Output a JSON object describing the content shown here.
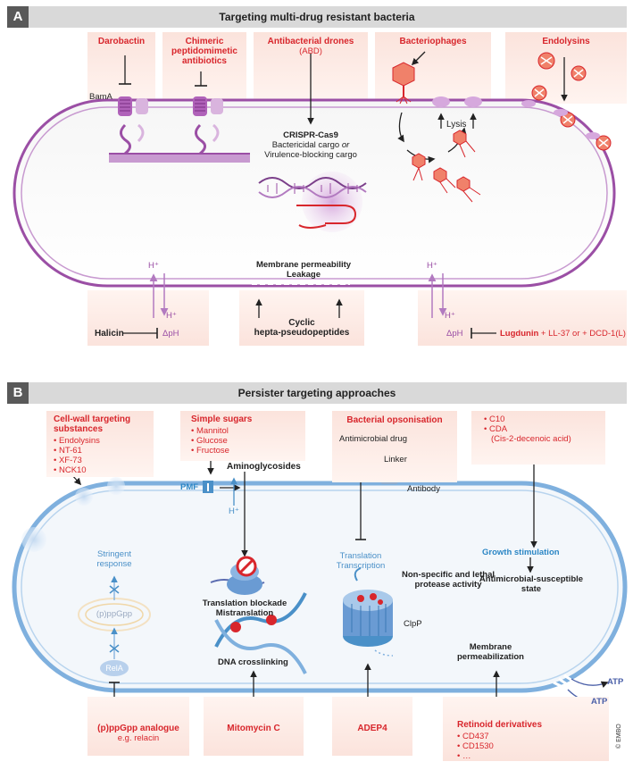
{
  "panel_a": {
    "letter": "A",
    "title": "Targeting multi-drug resistant bacteria",
    "darobactin": "Darobactin",
    "chimeric": [
      "Chimeric",
      "peptidomimetic",
      "antibiotics"
    ],
    "drones_title": "Antibacterial drones",
    "drones_sub": "(ABD)",
    "bacteriophages": "Bacteriophages",
    "endolysins": "Endolysins",
    "bama": "BamA",
    "crispr_title": "CRISPR-Cas9",
    "crispr_line2": "Bactericidal cargo",
    "crispr_or": "or",
    "crispr_line3": "Virulence-blocking cargo",
    "lysis": "Lysis",
    "membrane_line1": "Membrane permeability",
    "membrane_line2": "Leakage",
    "h_plus": "H⁺",
    "halicin": "Halicin",
    "delta_ph": "ΔpH",
    "cyclic": [
      "Cyclic",
      "hepta-pseudopeptides"
    ],
    "lugdunin": "Lugdunin",
    "lugdunin_rest": " + LL-37 or + DCD-1(L)"
  },
  "panel_b": {
    "letter": "B",
    "title": "Persister targeting approaches",
    "cellwall_title": [
      "Cell-wall targeting",
      "substances"
    ],
    "cellwall_items": [
      "Endolysins",
      "NT-61",
      "XF-73",
      "NCK10"
    ],
    "sugars_title": "Simple sugars",
    "sugars_items": [
      "Mannitol",
      "Glucose",
      "Fructose"
    ],
    "opsonisation_title": "Bacterial opsonisation",
    "antimicrobial_drug": "Antimicrobial drug",
    "linker": "Linker",
    "antibody": "Antibody",
    "c10_items": [
      "C10",
      "CDA",
      "(Cis-2-decenoic acid)"
    ],
    "aminoglycosides": "Aminoglycosides",
    "pmf": "PMF",
    "h_plus": "H⁺",
    "stringent": [
      "Stringent",
      "response"
    ],
    "ppgpp": "(p)ppGpp",
    "rela": "RelA",
    "translation_blockade": "Translation blockade",
    "mistranslation": "Mistranslation",
    "dna_crosslinking": "DNA crosslinking",
    "translation": "Translation",
    "transcription": "Transcription",
    "growth_stimulation": "Growth stimulation",
    "susceptible": [
      "Antimicrobial-susceptible",
      "state"
    ],
    "nonspecific": [
      "Non-specific and lethal",
      "protease activity"
    ],
    "clpp": "ClpP",
    "membrane_perm": [
      "Membrane",
      "permeabilization"
    ],
    "atp": "ATP",
    "ppgpp_analogue_title": "(p)ppGpp analogue",
    "ppgpp_analogue_sub": "e.g. relacin",
    "mitomycin": "Mitomycin C",
    "adep4": "ADEP4",
    "retinoid_title": "Retinoid  derivatives",
    "retinoid_items": [
      "CD437",
      "CD1530",
      "…"
    ]
  },
  "credit": "© EMBO",
  "colors": {
    "accent_red": "#d8262c",
    "purple": "#9b4fa5",
    "blue": "#5b9bd5",
    "header_gray": "#d9d9d9"
  }
}
